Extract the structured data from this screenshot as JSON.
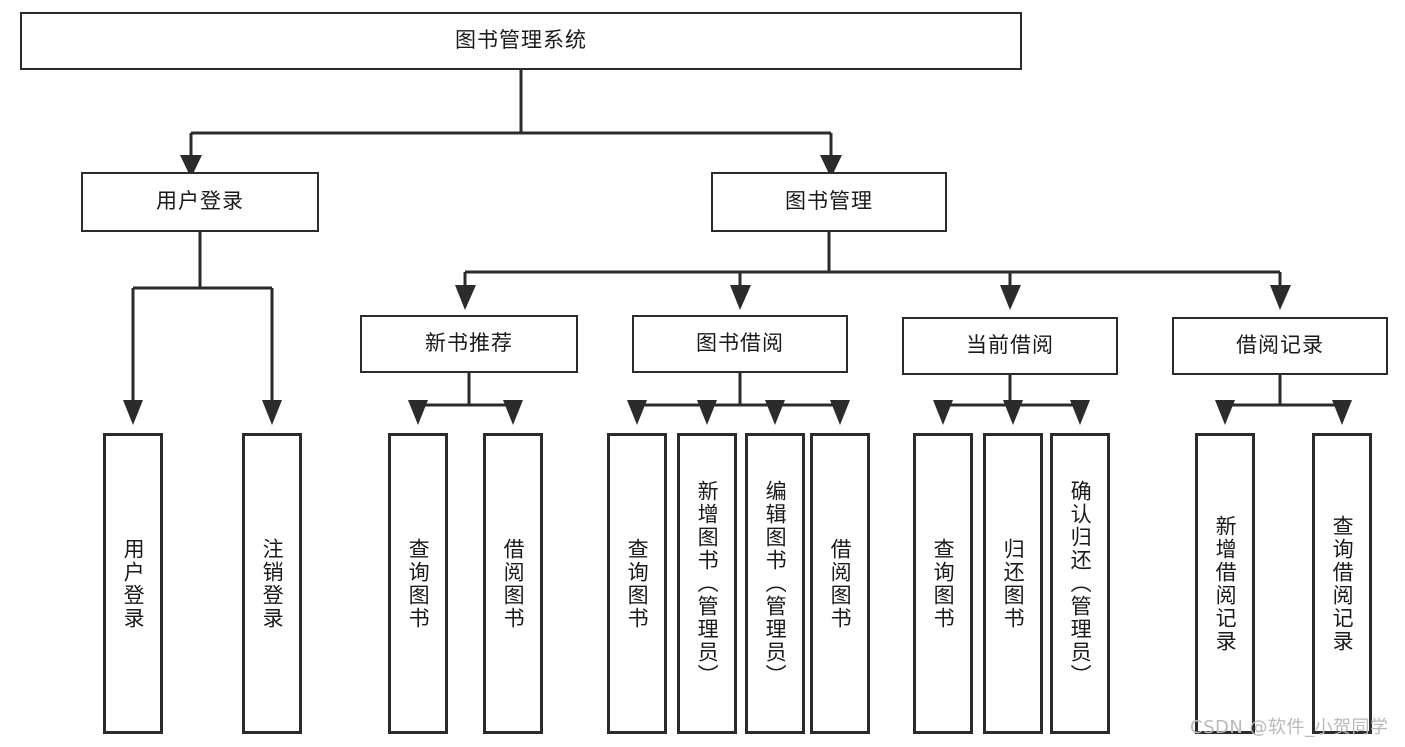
{
  "diagram": {
    "title": "图书管理系统",
    "watermark": "CSDN @软件_小贺同学",
    "colors": {
      "stroke": "#2b2b2b",
      "box_fill": "#ffffff",
      "text": "#1a1a1a",
      "watermark": "#b9b9b9",
      "background": "#ffffff"
    },
    "nodes": {
      "root": {
        "label": "图书管理系统"
      },
      "level1": [
        {
          "id": "user-login",
          "label": "用户登录"
        },
        {
          "id": "book-manage",
          "label": "图书管理"
        }
      ],
      "level2": [
        {
          "id": "new-book-recommend",
          "label": "新书推荐"
        },
        {
          "id": "book-borrow",
          "label": "图书借阅"
        },
        {
          "id": "current-borrow",
          "label": "当前借阅"
        },
        {
          "id": "borrow-record",
          "label": "借阅记录"
        }
      ],
      "leaves": {
        "user-login": [
          {
            "id": "leaf-user-login",
            "label": "用户登录"
          },
          {
            "id": "leaf-logout-login",
            "label": "注销登录"
          }
        ],
        "new-book-recommend": [
          {
            "id": "leaf-query-book-1",
            "label": "查询图书"
          },
          {
            "id": "leaf-borrow-book-1",
            "label": "借阅图书"
          }
        ],
        "book-borrow": [
          {
            "id": "leaf-query-book-2",
            "label": "查询图书"
          },
          {
            "id": "leaf-add-book",
            "label": "新增图书（管理员）"
          },
          {
            "id": "leaf-edit-book",
            "label": "编辑图书（管理员）"
          },
          {
            "id": "leaf-borrow-book-2",
            "label": "借阅图书"
          }
        ],
        "current-borrow": [
          {
            "id": "leaf-query-book-3",
            "label": "查询图书"
          },
          {
            "id": "leaf-return-book",
            "label": "归还图书"
          },
          {
            "id": "leaf-confirm-return",
            "label": "确认归还（管理员）"
          }
        ],
        "borrow-record": [
          {
            "id": "leaf-add-record",
            "label": "新增借阅记录"
          },
          {
            "id": "leaf-query-record",
            "label": "查询借阅记录"
          }
        ]
      }
    }
  }
}
